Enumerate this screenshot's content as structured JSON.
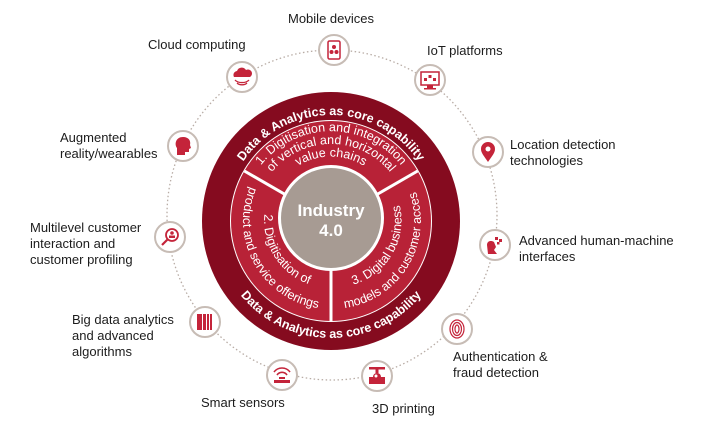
{
  "colors": {
    "outer_ring": "#850b1f",
    "segments": "#b82237",
    "center": "#a79b93",
    "icon_glyph": "#c4243a",
    "icon_border": "#c7bcb5",
    "dotted": "#b8aca5"
  },
  "center": {
    "line1": "Industry",
    "line2": "4.0"
  },
  "outer_ring": {
    "top": "Data & Analytics as core capability",
    "bottom": "Data & Analytics as core capability"
  },
  "segments": [
    {
      "lines": [
        "1. Digitisation and integration",
        "of vertical and horizontal",
        "value chains"
      ]
    },
    {
      "lines": [
        "2. Digitisation of",
        "product and service offerings"
      ]
    },
    {
      "lines": [
        "3. Digital business",
        "models and customer access"
      ]
    }
  ],
  "technologies": [
    {
      "icon": "mobile-device-icon",
      "lines": [
        "Mobile devices"
      ]
    },
    {
      "icon": "iot-platform-icon",
      "lines": [
        "IoT platforms"
      ]
    },
    {
      "icon": "location-pin-icon",
      "lines": [
        "Location detection",
        "technologies"
      ]
    },
    {
      "icon": "human-machine-icon",
      "lines": [
        "Advanced human-machine",
        "interfaces"
      ]
    },
    {
      "icon": "fingerprint-icon",
      "lines": [
        "Authentication &",
        "fraud detection"
      ]
    },
    {
      "icon": "3d-printer-icon",
      "lines": [
        "3D printing"
      ]
    },
    {
      "icon": "sensor-icon",
      "lines": [
        "Smart sensors"
      ]
    },
    {
      "icon": "big-data-icon",
      "lines": [
        "Big data analytics",
        "and advanced",
        "algorithms"
      ]
    },
    {
      "icon": "customer-profile-search-icon",
      "lines": [
        "Multilevel customer",
        "interaction and",
        "customer profiling"
      ]
    },
    {
      "icon": "ar-head-icon",
      "lines": [
        "Augmented",
        "reality/wearables"
      ]
    },
    {
      "icon": "cloud-icon",
      "lines": [
        "Cloud computing"
      ]
    }
  ]
}
